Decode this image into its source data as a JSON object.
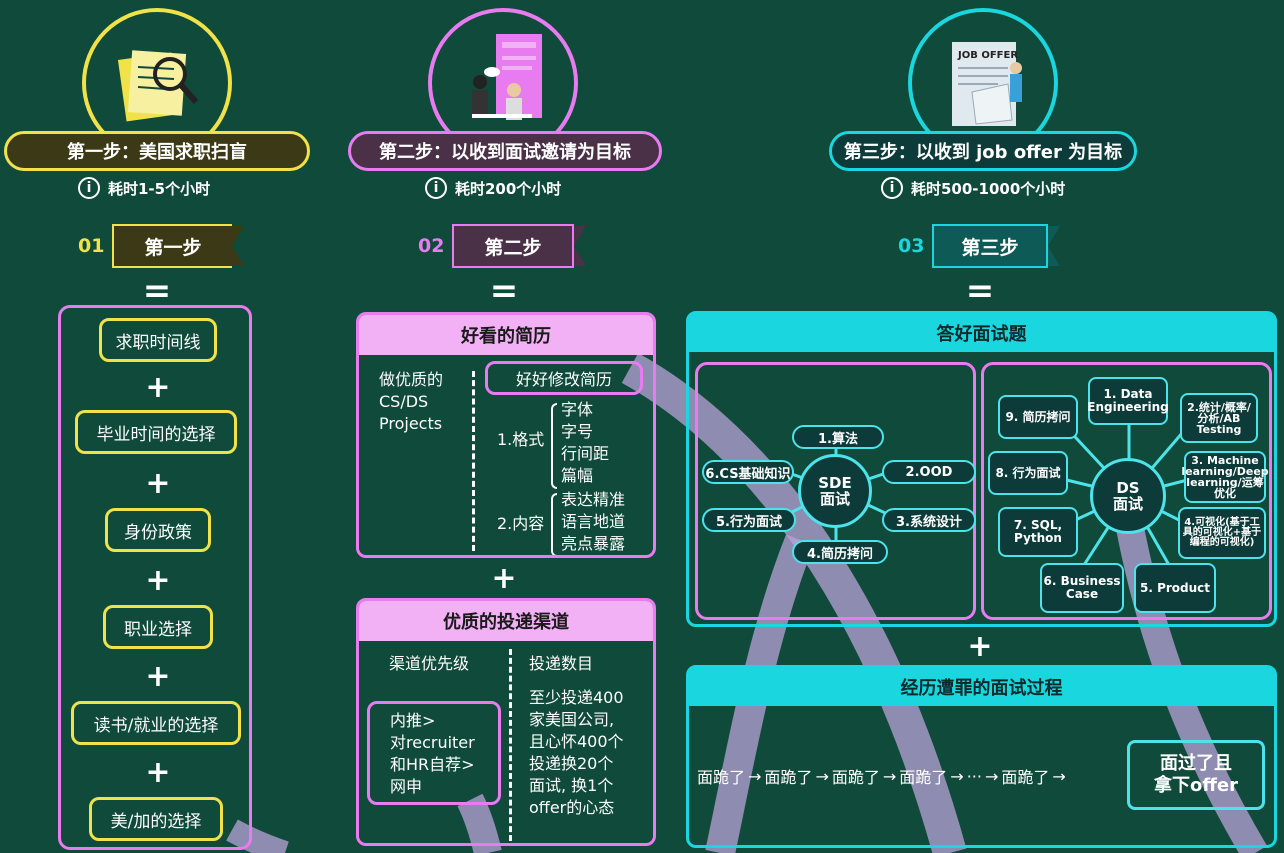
{
  "colors": {
    "yellow": "#f1e24a",
    "pink": "#e97bf0",
    "pinklight": "#f2b0f5",
    "cyan": "#19d6df",
    "cyanlight": "#4ce3ea",
    "bg": "#0f4a3a"
  },
  "col1": {
    "title": "第一步：美国求职扫盲",
    "duration": "耗时1-5个小时",
    "num": "01",
    "label": "第一步",
    "eq": "=",
    "items": [
      "求职时间线",
      "毕业时间的选择",
      "身份政策",
      "职业选择",
      "读书/就业的选择",
      "美/加的选择"
    ],
    "plus": "+"
  },
  "col2": {
    "title": "第二步：以收到面试邀请为目标",
    "duration": "耗时200个小时",
    "num": "02",
    "label": "第二步",
    "eq": "=",
    "resume": {
      "header": "好看的简历",
      "projects": [
        "做优质的",
        "CS/DS",
        "Projects"
      ],
      "revise": "好好修改简历",
      "format_label": "1.格式",
      "format_items": [
        "字体",
        "字号",
        "行间距",
        "篇幅"
      ],
      "content_label": "2.内容",
      "content_items": [
        "表达精准",
        "语言地道",
        "亮点暴露"
      ]
    },
    "plus": "+",
    "channel": {
      "header": "优质的投递渠道",
      "priority_label": "渠道优先级",
      "count_label": "投递数目",
      "priority_items": [
        "内推>",
        "对recruiter",
        "和HR自荐>",
        "网申"
      ],
      "count_items": [
        "至少投递400",
        "家美国公司,",
        "且心怀400个",
        "投递换20个",
        "面试, 换1个",
        "offer的心态"
      ]
    }
  },
  "col3": {
    "title": "第三步：以收到 job offer 为目标",
    "duration": "耗时500-1000个小时",
    "num": "03",
    "label": "第三步",
    "eq": "=",
    "interview_header": "答好面试题",
    "sde": {
      "center": "SDE\n面试",
      "nodes": [
        "1.算法",
        "2.OOD",
        "3.系统设计",
        "4.简历拷问",
        "5.行为面试",
        "6.CS基础知识"
      ]
    },
    "ds": {
      "center": "DS\n面试",
      "nodes": [
        "1. Data Engineering",
        "2.统计/概率/分析/AB Testing",
        "3. Machine learning/Deep learning/运筹优化",
        "4.可视化(基于工具的可视化+基于编程的可视化)",
        "5. Product",
        "6. Business Case",
        "7. SQL, Python",
        "8. 行为面试",
        "9. 简历拷问"
      ]
    },
    "plus": "+",
    "process_header": "经历遭罪的面试过程",
    "process_items": [
      "面跪了",
      "面跪了",
      "面跪了",
      "面跪了",
      "···",
      "面跪了"
    ],
    "arrow": "→",
    "result": "面过了且\n拿下offer",
    "offer_label": "JOB OFFER"
  }
}
